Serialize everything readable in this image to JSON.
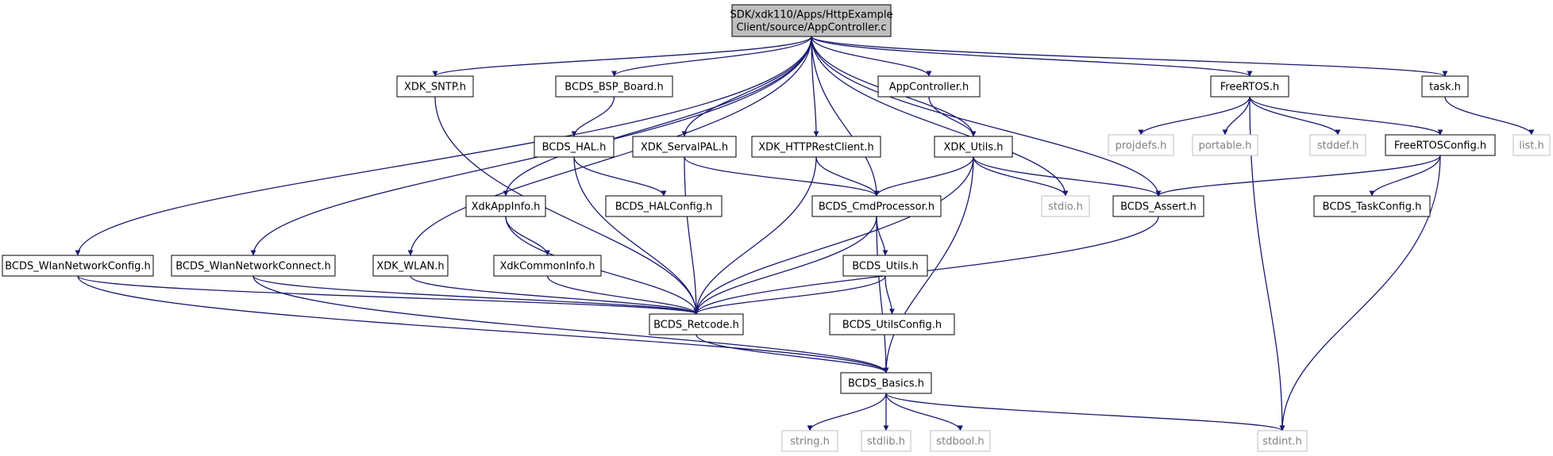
{
  "graph": {
    "root": "AppController.c",
    "colors": {
      "edge": "#191970",
      "root_fill": "#bfbfbf",
      "node_border": "#000000",
      "external_border": "#bfbfbf",
      "external_text": "#808080"
    },
    "nodes": [
      {
        "id": "AppController.c",
        "lines": [
          "SDK/xdk110/Apps/HttpExample",
          "Client/source/AppController.c"
        ],
        "kind": "root"
      },
      {
        "id": "BCDS_WlanNetworkConfig.h",
        "lines": [
          "BCDS_WlanNetworkConfig.h"
        ],
        "kind": "header"
      },
      {
        "id": "BCDS_WlanNetworkConnect.h",
        "lines": [
          "BCDS_WlanNetworkConnect.h"
        ],
        "kind": "header"
      },
      {
        "id": "XDK_WLAN.h",
        "lines": [
          "XDK_WLAN.h"
        ],
        "kind": "header"
      },
      {
        "id": "XDK_SNTP.h",
        "lines": [
          "XDK_SNTP.h"
        ],
        "kind": "header"
      },
      {
        "id": "XdkAppInfo.h",
        "lines": [
          "XdkAppInfo.h"
        ],
        "kind": "header"
      },
      {
        "id": "BCDS_BSP_Board.h",
        "lines": [
          "BCDS_BSP_Board.h"
        ],
        "kind": "header"
      },
      {
        "id": "XDK_ServalPAL.h",
        "lines": [
          "XDK_ServalPAL.h"
        ],
        "kind": "header"
      },
      {
        "id": "XDK_HTTPRestClient.h",
        "lines": [
          "XDK_HTTPRestClient.h"
        ],
        "kind": "header"
      },
      {
        "id": "AppController.h",
        "lines": [
          "AppController.h"
        ],
        "kind": "header"
      },
      {
        "id": "XDK_Utils.h",
        "lines": [
          "XDK_Utils.h"
        ],
        "kind": "header"
      },
      {
        "id": "FreeRTOS.h",
        "lines": [
          "FreeRTOS.h"
        ],
        "kind": "header"
      },
      {
        "id": "task.h",
        "lines": [
          "task.h"
        ],
        "kind": "header"
      },
      {
        "id": "list.h",
        "lines": [
          "list.h"
        ],
        "kind": "external"
      },
      {
        "id": "projdefs.h",
        "lines": [
          "projdefs.h"
        ],
        "kind": "external"
      },
      {
        "id": "portable.h",
        "lines": [
          "portable.h"
        ],
        "kind": "external"
      },
      {
        "id": "stddef.h",
        "lines": [
          "stddef.h"
        ],
        "kind": "external"
      },
      {
        "id": "FreeRTOSConfig.h",
        "lines": [
          "FreeRTOSConfig.h"
        ],
        "kind": "header"
      },
      {
        "id": "BCDS_HAL.h",
        "lines": [
          "BCDS_HAL.h"
        ],
        "kind": "header"
      },
      {
        "id": "BCDS_HALConfig.h",
        "lines": [
          "BCDS_HALConfig.h"
        ],
        "kind": "header"
      },
      {
        "id": "XdkCommonInfo.h",
        "lines": [
          "XdkCommonInfo.h"
        ],
        "kind": "header"
      },
      {
        "id": "BCDS_CmdProcessor.h",
        "lines": [
          "BCDS_CmdProcessor.h"
        ],
        "kind": "header"
      },
      {
        "id": "stdio.h",
        "lines": [
          "stdio.h"
        ],
        "kind": "external"
      },
      {
        "id": "BCDS_Assert.h",
        "lines": [
          "BCDS_Assert.h"
        ],
        "kind": "header"
      },
      {
        "id": "BCDS_TaskConfig.h",
        "lines": [
          "BCDS_TaskConfig.h"
        ],
        "kind": "header"
      },
      {
        "id": "BCDS_Utils.h",
        "lines": [
          "BCDS_Utils.h"
        ],
        "kind": "header"
      },
      {
        "id": "BCDS_UtilsConfig.h",
        "lines": [
          "BCDS_UtilsConfig.h"
        ],
        "kind": "header"
      },
      {
        "id": "BCDS_Retcode.h",
        "lines": [
          "BCDS_Retcode.h"
        ],
        "kind": "header"
      },
      {
        "id": "BCDS_Basics.h",
        "lines": [
          "BCDS_Basics.h"
        ],
        "kind": "header"
      },
      {
        "id": "string.h",
        "lines": [
          "string.h"
        ],
        "kind": "external"
      },
      {
        "id": "stdlib.h",
        "lines": [
          "stdlib.h"
        ],
        "kind": "external"
      },
      {
        "id": "stdbool.h",
        "lines": [
          "stdbool.h"
        ],
        "kind": "external"
      },
      {
        "id": "stdint.h",
        "lines": [
          "stdint.h"
        ],
        "kind": "external"
      }
    ],
    "edges": [
      [
        "AppController.c",
        "BCDS_WlanNetworkConfig.h"
      ],
      [
        "AppController.c",
        "BCDS_WlanNetworkConnect.h"
      ],
      [
        "AppController.c",
        "XDK_WLAN.h"
      ],
      [
        "AppController.c",
        "XDK_SNTP.h"
      ],
      [
        "AppController.c",
        "XdkAppInfo.h"
      ],
      [
        "AppController.c",
        "BCDS_BSP_Board.h"
      ],
      [
        "AppController.c",
        "XDK_ServalPAL.h"
      ],
      [
        "AppController.c",
        "XDK_HTTPRestClient.h"
      ],
      [
        "AppController.c",
        "BCDS_CmdProcessor.h"
      ],
      [
        "AppController.c",
        "AppController.h"
      ],
      [
        "AppController.c",
        "XDK_Utils.h"
      ],
      [
        "AppController.c",
        "stdio.h"
      ],
      [
        "AppController.c",
        "BCDS_Assert.h"
      ],
      [
        "AppController.c",
        "FreeRTOS.h"
      ],
      [
        "AppController.c",
        "task.h"
      ],
      [
        "BCDS_WlanNetworkConfig.h",
        "BCDS_Retcode.h"
      ],
      [
        "BCDS_WlanNetworkConfig.h",
        "BCDS_Basics.h"
      ],
      [
        "BCDS_WlanNetworkConnect.h",
        "BCDS_Retcode.h"
      ],
      [
        "BCDS_WlanNetworkConnect.h",
        "BCDS_Basics.h"
      ],
      [
        "XDK_WLAN.h",
        "BCDS_Retcode.h"
      ],
      [
        "XDK_SNTP.h",
        "BCDS_Retcode.h"
      ],
      [
        "XdkAppInfo.h",
        "XdkCommonInfo.h"
      ],
      [
        "XdkAppInfo.h",
        "BCDS_Retcode.h"
      ],
      [
        "XdkCommonInfo.h",
        "BCDS_Retcode.h"
      ],
      [
        "BCDS_BSP_Board.h",
        "BCDS_HAL.h"
      ],
      [
        "BCDS_HAL.h",
        "BCDS_HALConfig.h"
      ],
      [
        "BCDS_HAL.h",
        "BCDS_Retcode.h"
      ],
      [
        "XDK_ServalPAL.h",
        "BCDS_CmdProcessor.h"
      ],
      [
        "XDK_ServalPAL.h",
        "BCDS_Retcode.h"
      ],
      [
        "XDK_HTTPRestClient.h",
        "BCDS_CmdProcessor.h"
      ],
      [
        "XDK_HTTPRestClient.h",
        "BCDS_Retcode.h"
      ],
      [
        "AppController.h",
        "XDK_Utils.h"
      ],
      [
        "XDK_Utils.h",
        "BCDS_CmdProcessor.h"
      ],
      [
        "XDK_Utils.h",
        "stdio.h"
      ],
      [
        "XDK_Utils.h",
        "BCDS_Assert.h"
      ],
      [
        "XDK_Utils.h",
        "BCDS_Retcode.h"
      ],
      [
        "XDK_Utils.h",
        "BCDS_Basics.h"
      ],
      [
        "BCDS_CmdProcessor.h",
        "BCDS_Utils.h"
      ],
      [
        "BCDS_CmdProcessor.h",
        "BCDS_Retcode.h"
      ],
      [
        "BCDS_CmdProcessor.h",
        "BCDS_Basics.h"
      ],
      [
        "BCDS_Utils.h",
        "BCDS_Retcode.h"
      ],
      [
        "BCDS_Utils.h",
        "BCDS_UtilsConfig.h"
      ],
      [
        "BCDS_Assert.h",
        "BCDS_Retcode.h"
      ],
      [
        "FreeRTOS.h",
        "projdefs.h"
      ],
      [
        "FreeRTOS.h",
        "portable.h"
      ],
      [
        "FreeRTOS.h",
        "stddef.h"
      ],
      [
        "FreeRTOS.h",
        "FreeRTOSConfig.h"
      ],
      [
        "FreeRTOS.h",
        "stdint.h"
      ],
      [
        "FreeRTOSConfig.h",
        "BCDS_Assert.h"
      ],
      [
        "FreeRTOSConfig.h",
        "BCDS_TaskConfig.h"
      ],
      [
        "FreeRTOSConfig.h",
        "stdint.h"
      ],
      [
        "task.h",
        "list.h"
      ],
      [
        "BCDS_Retcode.h",
        "BCDS_Basics.h"
      ],
      [
        "BCDS_Basics.h",
        "string.h"
      ],
      [
        "BCDS_Basics.h",
        "stdlib.h"
      ],
      [
        "BCDS_Basics.h",
        "stdbool.h"
      ],
      [
        "BCDS_Basics.h",
        "stdint.h"
      ]
    ]
  }
}
